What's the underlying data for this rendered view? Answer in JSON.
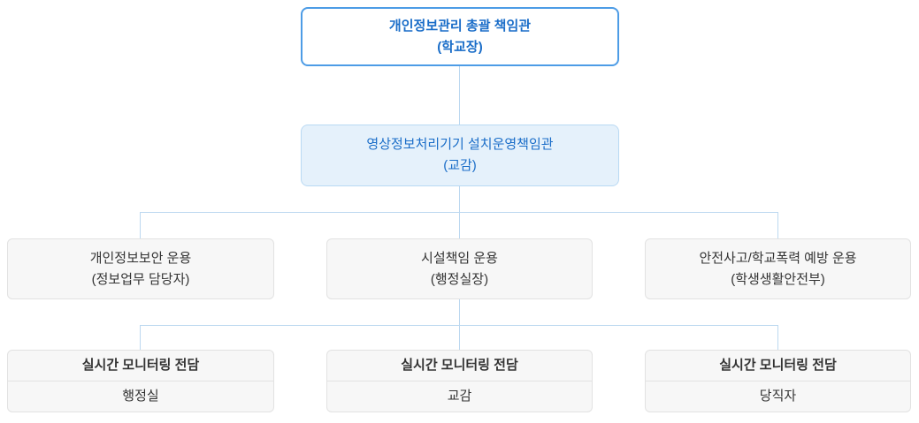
{
  "colors": {
    "accent_blue_text": "#1a6dc8",
    "root_border": "#4d9ce6",
    "level2_bg": "#e5f1fb",
    "level2_border": "#b9d9f3",
    "gray_box_bg": "#f7f7f7",
    "gray_box_border": "#e2e2e2",
    "connector": "#bcd8f0",
    "dark_text": "#333333"
  },
  "chart": {
    "root": {
      "title": "개인정보관리 총괄 책임관",
      "subtitle": "(학교장)"
    },
    "level2": {
      "title": "영상정보처리기기 설치운영책임관",
      "subtitle": "(교감)"
    },
    "level3": [
      {
        "title": "개인정보보안 운용",
        "subtitle": "(정보업무 담당자)"
      },
      {
        "title": "시설책임 운용",
        "subtitle": "(행정실장)"
      },
      {
        "title": "안전사고/학교폭력 예방 운용",
        "subtitle": "(학생생활안전부)"
      }
    ],
    "level4": [
      {
        "title": "실시간 모니터링 전담",
        "value": "행정실"
      },
      {
        "title": "실시간 모니터링 전담",
        "value": "교감"
      },
      {
        "title": "실시간 모니터링 전담",
        "value": "당직자"
      }
    ]
  }
}
